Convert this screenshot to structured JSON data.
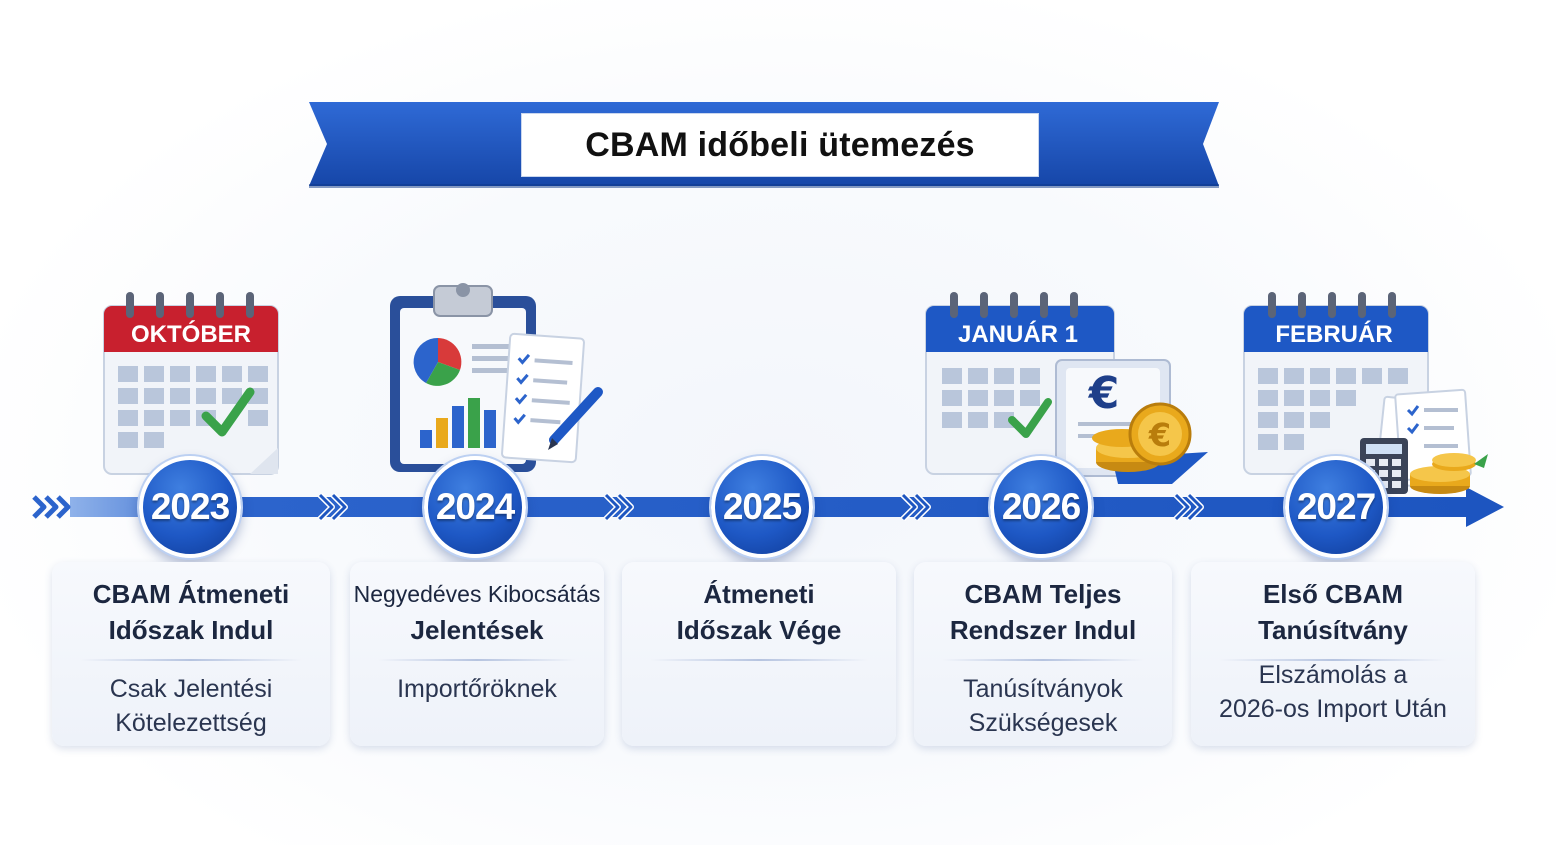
{
  "title": "CBAM időbeli ütemezés",
  "colors": {
    "brand_blue": "#1e58c5",
    "dark_blue": "#0f3a95",
    "red": "#c8202e",
    "gold": "#e9a91c",
    "check_green": "#3aa24a"
  },
  "milestones": [
    {
      "year": "2023",
      "icon": "calendar-check-icon",
      "icon_label": "OKTÓBER",
      "title_line1": "CBAM Átmeneti",
      "title_line2": "Időszak Indul",
      "sub_line1": "Csak Jelentési",
      "sub_line2": "Kötelezettség"
    },
    {
      "year": "2024",
      "icon": "clipboard-report-icon",
      "title_line1": "Negyedéves Kibocsátás",
      "title_line2": "Jelentések",
      "sub_line1": "Importőröknek",
      "sub_line2": ""
    },
    {
      "year": "2025",
      "title_line1": "Átmeneti",
      "title_line2": "Időszak Vége",
      "sub_line1": "",
      "sub_line2": ""
    },
    {
      "year": "2026",
      "icon": "calendar-euro-coins-icon",
      "icon_label": "JANUÁR 1",
      "title_line1": "CBAM Teljes",
      "title_line2": "Rendszer Indul",
      "sub_line1": "Tanúsítványok",
      "sub_line2": "Szükségesek"
    },
    {
      "year": "2027",
      "icon": "calendar-calculator-coins-icon",
      "icon_label": "FEBRUÁR",
      "title_line1": "Első CBAM",
      "title_line2": "Tanúsítvány",
      "sub_line1": "Elszámolás a",
      "sub_line2": "2026-os Import Után"
    }
  ]
}
